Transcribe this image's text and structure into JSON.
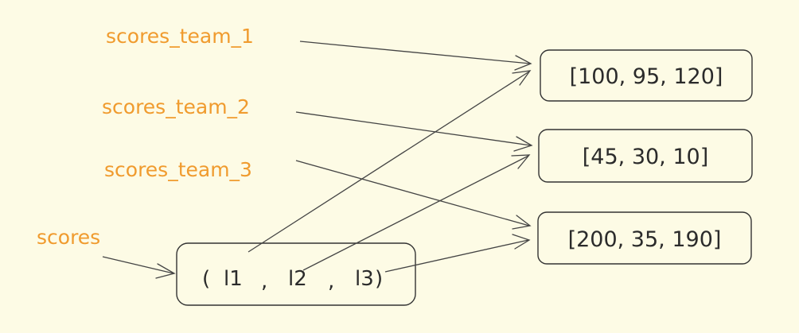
{
  "colors": {
    "background": "#fdfbe5",
    "variable_text": "#f09b2e",
    "stroke": "#333333"
  },
  "variables": {
    "team1": "scores_team_1",
    "team2": "scores_team_2",
    "team3": "scores_team_3",
    "scores": "scores"
  },
  "lists": {
    "list1": "[100, 95, 120]",
    "list2": "[45, 30, 10]",
    "list3": "[200, 35, 190]"
  },
  "tuple": {
    "open": "(",
    "item1": "l1",
    "sep1": ",",
    "item2": "l2",
    "sep2": ",",
    "item3": "l3",
    "close": ")"
  }
}
